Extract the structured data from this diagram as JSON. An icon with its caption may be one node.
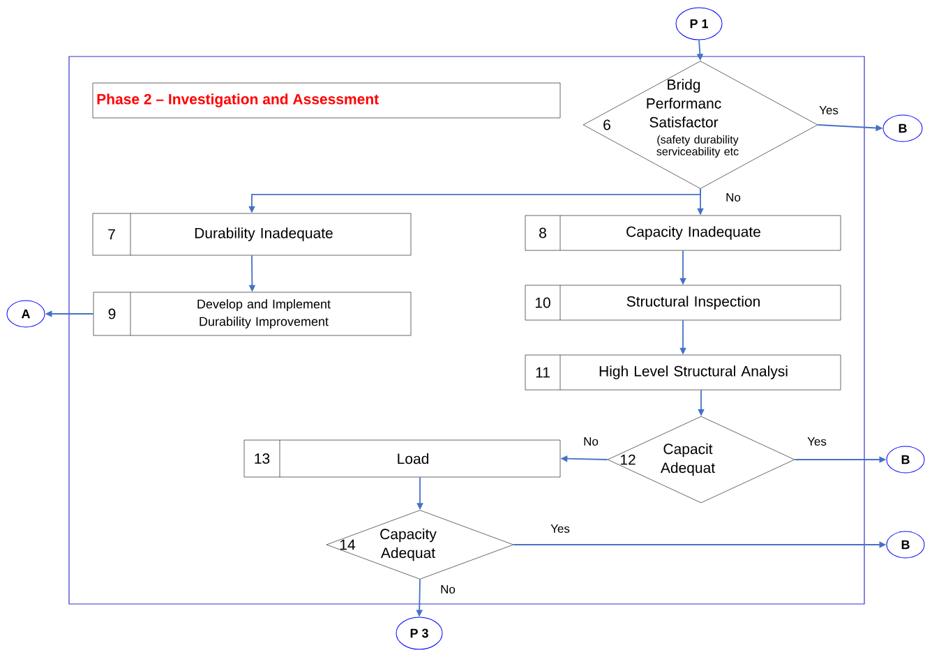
{
  "diagram": {
    "nodes": [
      {
        "text": [
          "P 1"
        ]
      },
      {
        "text": [
          "Phase 2 – Investigation and Assessment"
        ]
      },
      {
        "text": [
          "6",
          "Bridg Performanc Satisfactor",
          "(safety durability serviceability etc"
        ]
      },
      {
        "text": [
          "B"
        ]
      },
      {
        "text": [
          "7",
          "Durability Inadequate"
        ]
      },
      {
        "text": [
          "8",
          "Capacity Inadequate"
        ]
      },
      {
        "text": [
          "9",
          "Develop and Implement Durability Improvement"
        ]
      },
      {
        "text": [
          "A"
        ]
      },
      {
        "text": [
          "10",
          "Structural Inspection"
        ]
      },
      {
        "text": [
          "11",
          "High Level Structural Analysi"
        ]
      },
      {
        "text": [
          "13",
          "Load"
        ]
      },
      {
        "text": [
          "12",
          "Capacit Adequat"
        ]
      },
      {
        "text": [
          "B"
        ]
      },
      {
        "text": [
          "14",
          "Capacity Adequat"
        ]
      },
      {
        "text": [
          "B"
        ]
      },
      {
        "text": [
          "P 3"
        ]
      }
    ],
    "edges": [
      {
        "from": 0,
        "to": 2,
        "arrow": "to"
      },
      {
        "from": 2,
        "to": 3,
        "arrow": "to",
        "label": "Yes"
      },
      {
        "from": 2,
        "to": 4,
        "arrow": "to"
      },
      {
        "from": 2,
        "to": 5,
        "arrow": "to",
        "label": "No"
      },
      {
        "from": 4,
        "to": 6,
        "arrow": "to"
      },
      {
        "from": 6,
        "to": 7,
        "arrow": "to"
      },
      {
        "from": 5,
        "to": 8,
        "arrow": "to"
      },
      {
        "from": 8,
        "to": 9,
        "arrow": "to"
      },
      {
        "from": 9,
        "to": 11,
        "arrow": "to"
      },
      {
        "from": 11,
        "to": 10,
        "arrow": "to",
        "label": "No"
      },
      {
        "from": 11,
        "to": 12,
        "arrow": "to",
        "label": "Yes"
      },
      {
        "from": 10,
        "to": 13,
        "arrow": "to"
      },
      {
        "from": 13,
        "to": 14,
        "arrow": "to",
        "label": "Yes"
      },
      {
        "from": 13,
        "to": 15,
        "arrow": "to",
        "label": "No"
      }
    ]
  }
}
